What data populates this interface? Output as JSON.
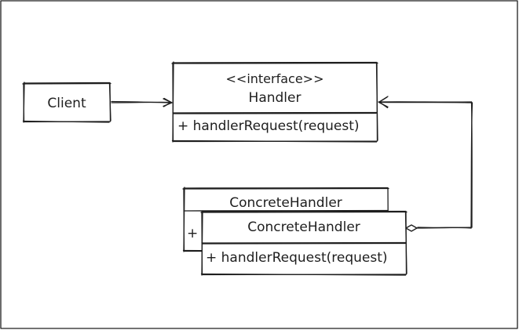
{
  "diagram": {
    "client": {
      "label": "Client"
    },
    "handler": {
      "stereotype": "<<interface>>",
      "name": "Handler",
      "method": "+ handlerRequest(request)"
    },
    "concrete_back": {
      "name": "ConcreteHandler",
      "method_partial": "+"
    },
    "concrete_front": {
      "name": "ConcreteHandler",
      "method": "+ handlerRequest(request)"
    }
  },
  "colors": {
    "stroke": "#1e1e1e",
    "background": "#ffffff"
  }
}
